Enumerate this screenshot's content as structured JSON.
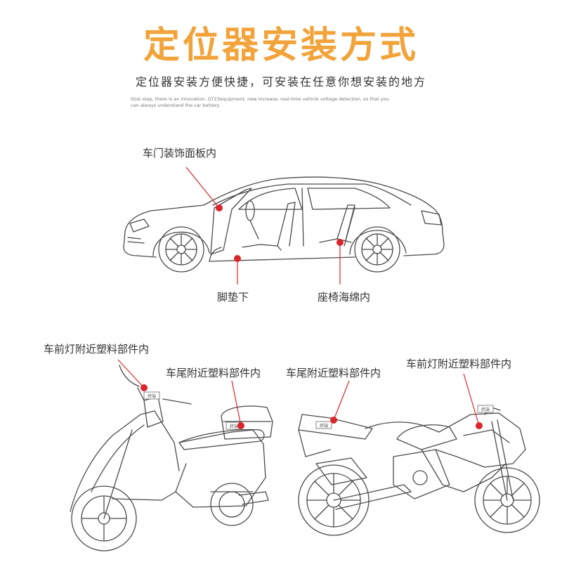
{
  "header": {
    "title": "定位器安装方式",
    "subtitle": "定位器安装方便快捷，可安装在任意你想安装的地方",
    "description_line1": "Stist step, there is an innovation,  GT23equipment, new increase, real-time vehicle voltage detection, so that you",
    "description_line2": "can always understand the car battery."
  },
  "car": {
    "labels": {
      "door_panel": "车门装饰面板内",
      "foot_mat": "脚垫下",
      "seat_sponge": "座椅海绵内"
    }
  },
  "scooter": {
    "labels": {
      "headlight": "车前灯附近塑料部件内",
      "rear": "车尾附近塑料部件内"
    },
    "tag_text": "终端"
  },
  "motorcycle": {
    "labels": {
      "rear": "车尾附近塑料部件内",
      "headlight": "车前灯附近塑料部件内"
    },
    "tag_text": "终端"
  },
  "colors": {
    "title": "#f2a33a",
    "marker": "#d9262c",
    "line_art": "#4a4a4a"
  }
}
